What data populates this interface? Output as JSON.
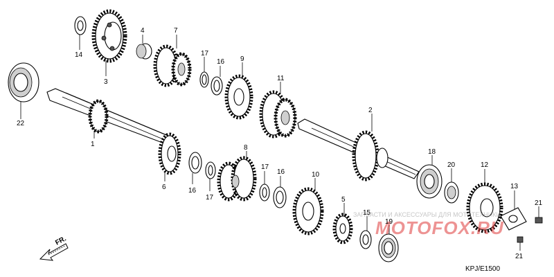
{
  "diagram": {
    "code": "KPJ/E1500",
    "direction_label": "FR.",
    "callouts": {
      "p1": "1",
      "p2": "2",
      "p3": "3",
      "p4": "4",
      "p5": "5",
      "p6": "6",
      "p7": "7",
      "p8": "8",
      "p9": "9",
      "p10": "10",
      "p11": "11",
      "p12": "12",
      "p13": "13",
      "p14": "14",
      "p15": "15",
      "p16a": "16",
      "p16b": "16",
      "p16c": "16",
      "p17a": "17",
      "p17b": "17",
      "p17c": "17",
      "p18": "18",
      "p19": "19",
      "p20": "20",
      "p21a": "21",
      "p21b": "21",
      "p22": "22"
    },
    "watermark": {
      "line1": "ЗАПЧАСТИ И АКСЕССУАРЫ ДЛЯ МОТОТЕХНИКИ",
      "line2": "MOTOFOX.RU",
      "color": "#e03c3c"
    }
  }
}
